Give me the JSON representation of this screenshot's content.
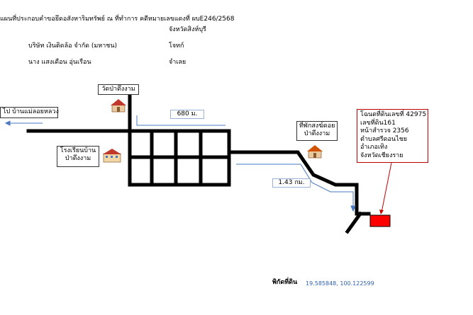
{
  "header": {
    "title": "แผนที่ประกอบคำขอยึดอสังหาริมทรัพย์ ณ ที่ทำการ คดีหมายเลขแดงที่ ผบE246/2568",
    "province": "จังหวัดสิงห์บุรี",
    "party1_name": "บริษัท เงินติดล้อ จำกัด (มหาชน)",
    "party1_role": "โจทก์",
    "party2_name": "นาง แสงเดือน อุ่นเรือน",
    "party2_role": "จำเลย"
  },
  "landmarks": {
    "temple": "วัดป่าตึงงาม",
    "direction": "ไป บ้านแม่ลอยหลวง",
    "school_line1": "โรงเรียนบ้าน",
    "school_line2": "ป่าตึงงาม",
    "monk_line1": "ที่พักสงฆ์ดอย",
    "monk_line2": "ป่าตึงงาม"
  },
  "distances": {
    "first": "680 ม.",
    "second": "1.43 กม."
  },
  "deed": {
    "line1": "โฉนดที่ดินเลขที่ 42975",
    "line2": "เลขที่ดิน161",
    "line3": "หน้าสำรวจ 2356",
    "line4": "ตำบลศรีดอนไชย",
    "line5": "อำเภอเทิง",
    "line6": "จังหวัดเชียงราย"
  },
  "coordinates": {
    "label": "พิกัดที่ดิน",
    "value": "19.585848, 100.122599"
  },
  "colors": {
    "road": "#000000",
    "route_arrow": "#4a78c2",
    "plot": "#ff0000",
    "deed_border": "#c00000"
  },
  "icons": [
    "temple-icon",
    "school-icon",
    "monk-residence-icon"
  ]
}
